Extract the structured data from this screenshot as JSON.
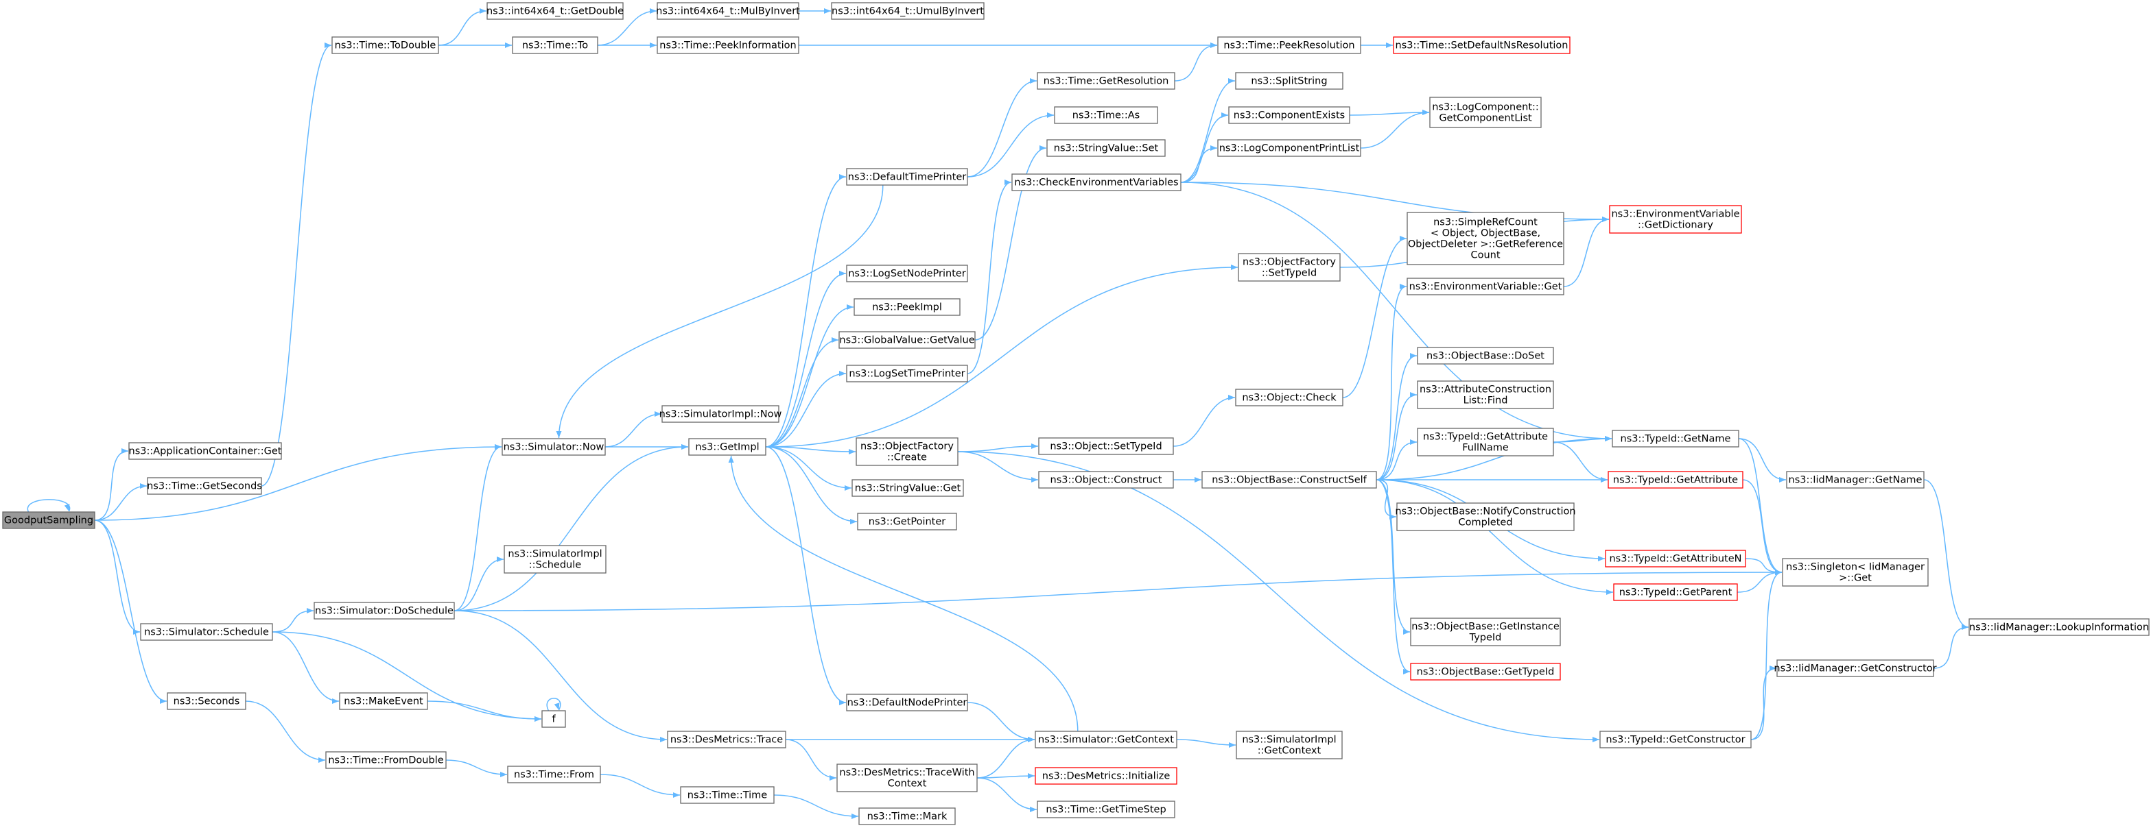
{
  "graph": {
    "type": "call-graph",
    "root": "goodputsampling",
    "colors": {
      "edge": "#63b8ff",
      "node_border": "#666666",
      "truncated_border": "#ff0000",
      "root_fill": "#999999"
    },
    "nodes": [
      {
        "id": "goodputsampling",
        "lines": [
          "GoodputSampling"
        ],
        "root": true
      },
      {
        "id": "appcontainer_get",
        "lines": [
          "ns3::ApplicationContainer::Get"
        ]
      },
      {
        "id": "time_getseconds",
        "lines": [
          "ns3::Time::GetSeconds"
        ]
      },
      {
        "id": "sim_schedule",
        "lines": [
          "ns3::Simulator::Schedule"
        ]
      },
      {
        "id": "seconds",
        "lines": [
          "ns3::Seconds"
        ]
      },
      {
        "id": "time_todouble",
        "lines": [
          "ns3::Time::ToDouble"
        ]
      },
      {
        "id": "sim_now",
        "lines": [
          "ns3::Simulator::Now"
        ]
      },
      {
        "id": "sim_doschedule",
        "lines": [
          "ns3::Simulator::DoSchedule"
        ]
      },
      {
        "id": "makeevent",
        "lines": [
          "ns3::MakeEvent"
        ]
      },
      {
        "id": "f",
        "lines": [
          "f"
        ]
      },
      {
        "id": "time_fromdouble",
        "lines": [
          "ns3::Time::FromDouble"
        ]
      },
      {
        "id": "int64_getdouble",
        "lines": [
          "ns3::int64x64_t::GetDouble"
        ]
      },
      {
        "id": "time_to",
        "lines": [
          "ns3::Time::To"
        ]
      },
      {
        "id": "simimpl_now",
        "lines": [
          "ns3::SimulatorImpl::Now"
        ]
      },
      {
        "id": "simimpl_schedule",
        "lines": [
          "ns3::SimulatorImpl",
          "::Schedule"
        ]
      },
      {
        "id": "desmetrics_trace",
        "lines": [
          "ns3::DesMetrics::Trace"
        ]
      },
      {
        "id": "time_from",
        "lines": [
          "ns3::Time::From"
        ]
      },
      {
        "id": "int64_mulbyinvert",
        "lines": [
          "ns3::int64x64_t::MulByInvert"
        ]
      },
      {
        "id": "time_peekinformation",
        "lines": [
          "ns3::Time::PeekInformation"
        ]
      },
      {
        "id": "getimpl",
        "lines": [
          "ns3::GetImpl"
        ]
      },
      {
        "id": "time_time",
        "lines": [
          "ns3::Time::Time"
        ]
      },
      {
        "id": "int64_umulbyinvert",
        "lines": [
          "ns3::int64x64_t::UmulByInvert"
        ]
      },
      {
        "id": "defaulttimeprinter",
        "lines": [
          "ns3::DefaultTimePrinter"
        ]
      },
      {
        "id": "logsetnodeprinter",
        "lines": [
          "ns3::LogSetNodePrinter"
        ]
      },
      {
        "id": "peekimpl",
        "lines": [
          "ns3::PeekImpl"
        ]
      },
      {
        "id": "globalvalue_getvalue",
        "lines": [
          "ns3::GlobalValue::GetValue"
        ]
      },
      {
        "id": "logsettimeprinter",
        "lines": [
          "ns3::LogSetTimePrinter"
        ]
      },
      {
        "id": "objfactory_create",
        "lines": [
          "ns3::ObjectFactory",
          "::Create"
        ]
      },
      {
        "id": "stringvalue_get",
        "lines": [
          "ns3::StringValue::Get"
        ]
      },
      {
        "id": "getpointer",
        "lines": [
          "ns3::GetPointer"
        ]
      },
      {
        "id": "defaultnodeprinter",
        "lines": [
          "ns3::DefaultNodePrinter"
        ]
      },
      {
        "id": "desmetrics_tracewithcontext",
        "lines": [
          "ns3::DesMetrics::TraceWith",
          "Context"
        ]
      },
      {
        "id": "time_mark",
        "lines": [
          "ns3::Time::Mark"
        ]
      },
      {
        "id": "time_getresolution",
        "lines": [
          "ns3::Time::GetResolution"
        ]
      },
      {
        "id": "time_as",
        "lines": [
          "ns3::Time::As"
        ]
      },
      {
        "id": "stringvalue_set",
        "lines": [
          "ns3::StringValue::Set"
        ]
      },
      {
        "id": "checkenvvars",
        "lines": [
          "ns3::CheckEnvironmentVariables"
        ]
      },
      {
        "id": "object_settypeid",
        "lines": [
          "ns3::Object::SetTypeId"
        ]
      },
      {
        "id": "object_construct",
        "lines": [
          "ns3::Object::Construct"
        ]
      },
      {
        "id": "sim_getcontext",
        "lines": [
          "ns3::Simulator::GetContext"
        ]
      },
      {
        "id": "desmetrics_initialize",
        "lines": [
          "ns3::DesMetrics::Initialize"
        ],
        "truncated": true
      },
      {
        "id": "time_gettimestep",
        "lines": [
          "ns3::Time::GetTimeStep"
        ]
      },
      {
        "id": "time_peekresolution",
        "lines": [
          "ns3::Time::PeekResolution"
        ]
      },
      {
        "id": "splitstring",
        "lines": [
          "ns3::SplitString"
        ]
      },
      {
        "id": "componentexists",
        "lines": [
          "ns3::ComponentExists"
        ]
      },
      {
        "id": "logcomponentprintlist",
        "lines": [
          "ns3::LogComponentPrintList"
        ]
      },
      {
        "id": "objfactory_settypeid",
        "lines": [
          "ns3::ObjectFactory",
          "::SetTypeId"
        ]
      },
      {
        "id": "object_check",
        "lines": [
          "ns3::Object::Check"
        ]
      },
      {
        "id": "objbase_constructself",
        "lines": [
          "ns3::ObjectBase::ConstructSelf"
        ]
      },
      {
        "id": "simimpl_getcontext",
        "lines": [
          "ns3::SimulatorImpl",
          "::GetContext"
        ]
      },
      {
        "id": "time_setdefaultnsres",
        "lines": [
          "ns3::Time::SetDefaultNsResolution"
        ],
        "truncated": true
      },
      {
        "id": "logcomponent_getlist",
        "lines": [
          "ns3::LogComponent::",
          "GetComponentList"
        ]
      },
      {
        "id": "simplerefcount",
        "lines": [
          "ns3::SimpleRefCount",
          "< Object, ObjectBase,",
          "ObjectDeleter >::GetReference",
          "Count"
        ]
      },
      {
        "id": "envvar_get",
        "lines": [
          "ns3::EnvironmentVariable::Get"
        ]
      },
      {
        "id": "objbase_doset",
        "lines": [
          "ns3::ObjectBase::DoSet"
        ]
      },
      {
        "id": "attrconstlist_find",
        "lines": [
          "ns3::AttributeConstruction",
          "List::Find"
        ]
      },
      {
        "id": "typeid_getattrfullname",
        "lines": [
          "ns3::TypeId::GetAttribute",
          "FullName"
        ]
      },
      {
        "id": "objbase_notifyconstruction",
        "lines": [
          "ns3::ObjectBase::NotifyConstruction",
          "Completed"
        ]
      },
      {
        "id": "objbase_getinstancetypeid",
        "lines": [
          "ns3::ObjectBase::GetInstance",
          "TypeId"
        ]
      },
      {
        "id": "objbase_gettypeid",
        "lines": [
          "ns3::ObjectBase::GetTypeId"
        ],
        "truncated": true
      },
      {
        "id": "envvar_getdictionary",
        "lines": [
          "ns3::EnvironmentVariable",
          "::GetDictionary"
        ],
        "truncated": true
      },
      {
        "id": "typeid_getname",
        "lines": [
          "ns3::TypeId::GetName"
        ]
      },
      {
        "id": "typeid_getattribute",
        "lines": [
          "ns3::TypeId::GetAttribute"
        ],
        "truncated": true
      },
      {
        "id": "typeid_getattributen",
        "lines": [
          "ns3::TypeId::GetAttributeN"
        ],
        "truncated": true
      },
      {
        "id": "typeid_getparent",
        "lines": [
          "ns3::TypeId::GetParent"
        ],
        "truncated": true
      },
      {
        "id": "typeid_getconstructor",
        "lines": [
          "ns3::TypeId::GetConstructor"
        ]
      },
      {
        "id": "iidmanager_getname",
        "lines": [
          "ns3::IidManager::GetName"
        ]
      },
      {
        "id": "singleton_get",
        "lines": [
          "ns3::Singleton< IidManager",
          ">::Get"
        ]
      },
      {
        "id": "iidmanager_getconstructor",
        "lines": [
          "ns3::IidManager::GetConstructor"
        ]
      },
      {
        "id": "iidmanager_lookupinfo",
        "lines": [
          "ns3::IidManager::LookupInformation"
        ]
      }
    ]
  }
}
